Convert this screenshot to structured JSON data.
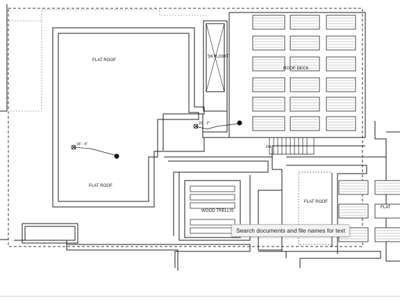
{
  "labels": {
    "flat_roof_1": "FLAT ROOF",
    "flat_roof_2": "FLAT ROOF",
    "flat_roof_3": "FLAT ROOF",
    "flat_roof_4": "FLAT",
    "roof_deck": "ROOF DECK",
    "skylight": "SKYLIGHT",
    "wood_trellis": "WOOD TRELLIS",
    "stair_dn": "DN",
    "elev_1": "18' - 4\"",
    "elev_2": "22' - 2\""
  },
  "tooltip": {
    "text": "Search documents and file names for text"
  },
  "colors": {
    "line": "#1a1a1a",
    "dashed": "#333333",
    "hatch": "#555555",
    "tooltip_bg": "#f2f2f2"
  },
  "icons": {
    "elevation_marker": "elevation-target-icon",
    "level_dot": "level-dot-icon"
  }
}
